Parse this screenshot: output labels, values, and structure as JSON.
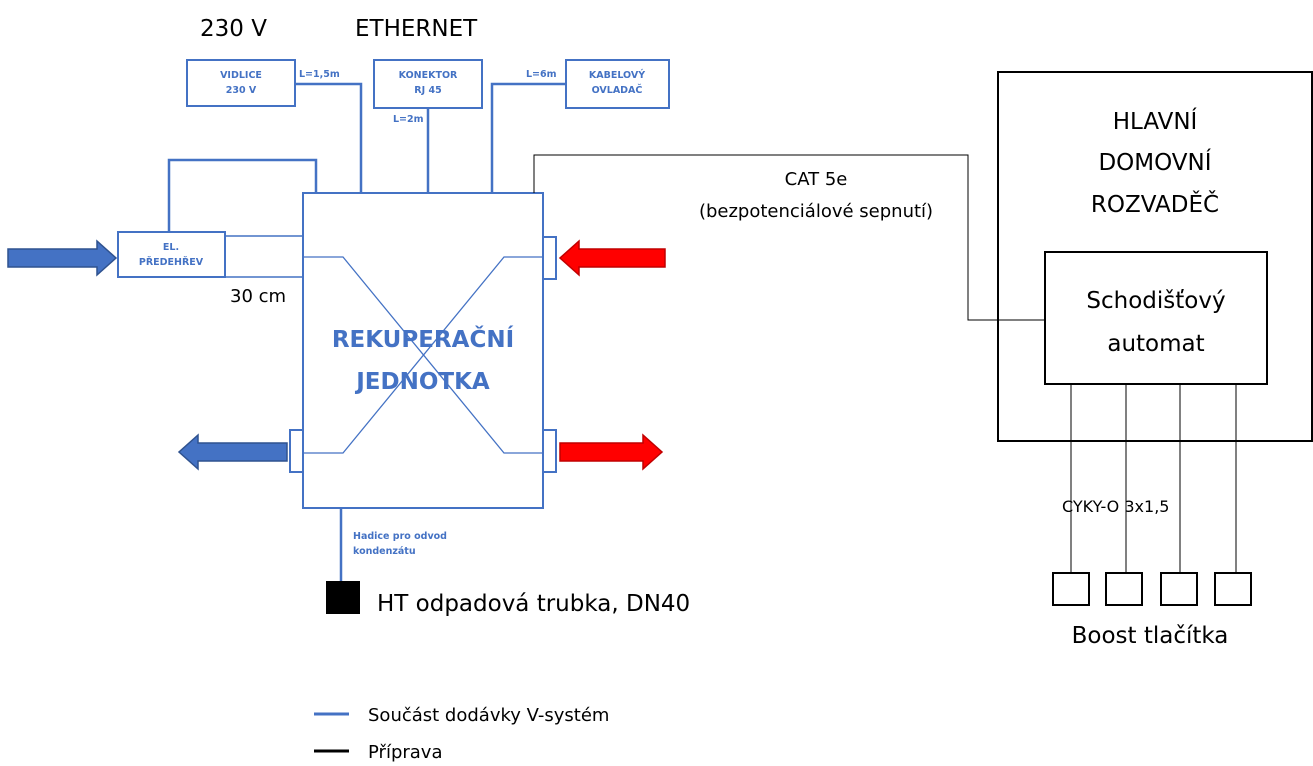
{
  "colors": {
    "supply_line": "#4472c4",
    "preparation_line": "#000000",
    "fresh_air_arrow": "#4472c4",
    "warm_air_arrow": "#ff0000"
  },
  "top_labels": {
    "power": "230 V",
    "ethernet": "ETHERNET"
  },
  "boxes": {
    "plug": [
      "VIDLICE",
      "230 V"
    ],
    "connector": [
      "KONEKTOR",
      "RJ 45"
    ],
    "controller": [
      "KABELOVÝ",
      "OVLADAČ"
    ],
    "preheater": [
      "EL.",
      "PŘEDEHŘEV"
    ]
  },
  "lengths": {
    "plug": "L=1,5m",
    "connector": "L=2m",
    "controller": "L=6m",
    "preheater_distance": "30 cm"
  },
  "unit": {
    "line1": "REKUPERAČNÍ",
    "line2": "JEDNOTKA"
  },
  "condensate": {
    "hose_line1": "Hadice pro odvod",
    "hose_line2": "kondenzátu",
    "pipe": "HT odpadová trubka, DN40"
  },
  "cable": {
    "line1": "CAT 5e",
    "line2": "(bezpotenciálové sepnutí)"
  },
  "distribution_board": {
    "line1": "HLAVNÍ",
    "line2": "DOMOVNÍ",
    "line3": "ROZVADĚČ"
  },
  "stair_automat": {
    "line1": "Schodišťový",
    "line2": "automat"
  },
  "boost": {
    "cable": "CYKY-O 3x1,5",
    "label": "Boost tlačítka",
    "button_count": 4
  },
  "legend": [
    {
      "label": "Součást dodávky V-systém",
      "color": "#4472c4"
    },
    {
      "label": "Příprava",
      "color": "#000000"
    }
  ]
}
